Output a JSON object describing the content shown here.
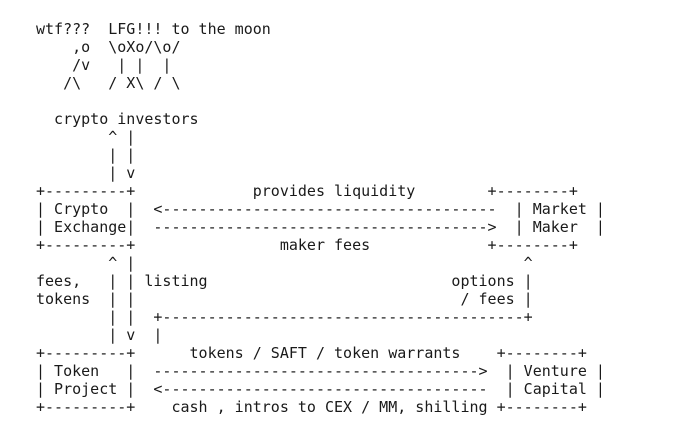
{
  "lines": [
    "wtf???  LFG!!! to the moon",
    "    ,o  \\oXo/\\o/",
    "    /v   | |  |",
    "   /\\   / X\\ / \\",
    "",
    "  crypto investors",
    "        ^ |",
    "        | |",
    "        | v",
    "+---------+             provides liquidity        +--------+",
    "| Crypto  |  <-------------------------------------  | Market |",
    "| Exchange|  ------------------------------------->  | Maker  |",
    "+---------+                maker fees             +--------+",
    "        ^ |                                           ^",
    "fees,   | | listing                           options |",
    "tokens  | |                                    / fees |",
    "        | |  +----------------------------------------+",
    "        | v  |",
    "+---------+      tokens / SAFT / token warrants    +--------+",
    "| Token   |  ------------------------------------>  | Venture |",
    "| Project |  <------------------------------------  | Capital |",
    "+---------+    cash , intros to CEX / MM, shilling +--------+"
  ]
}
